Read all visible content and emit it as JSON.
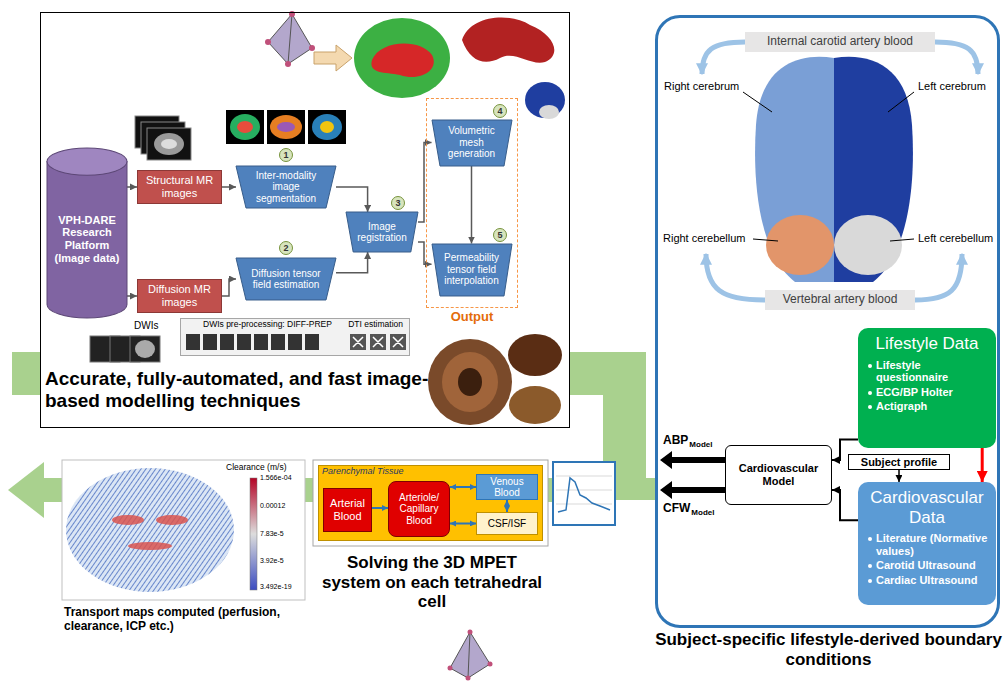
{
  "diagram": {
    "nodes": [
      {
        "text": [
          "Accurate, fully-automated, and fast image-based modelling techniques"
        ]
      },
      {
        "text": [
          "VPH-DARE Research Platform (Image data)"
        ],
        "in": 0
      },
      {
        "text": [
          "Structural MR images"
        ],
        "in": 0
      },
      {
        "text": [
          "Diffusion MR images"
        ],
        "in": 0
      },
      {
        "text": [
          "Inter-modality image segmentation"
        ],
        "in": 0
      },
      {
        "text": [
          "Diffusion tensor field estimation"
        ],
        "in": 0
      },
      {
        "text": [
          "Image registration"
        ],
        "in": 0
      },
      {
        "text": [
          "Output"
        ],
        "in": 0
      },
      {
        "text": [
          "Volumetric mesh generation"
        ],
        "in": 7
      },
      {
        "text": [
          "Permeability tensor field interpolation"
        ],
        "in": 7
      },
      {
        "text": [
          "DWIs pre-processing: DIFF-PREP",
          "DTI estimation"
        ],
        "in": 0
      },
      {
        "text": [
          "Subject-specific lifestyle-derived boundary conditions"
        ]
      },
      {
        "text": [
          "Internal carotid artery blood"
        ],
        "in": 11
      },
      {
        "text": [
          "Vertebral artery blood"
        ],
        "in": 11
      },
      {
        "text": [
          "Lifestyle Data",
          "Lifestyle questionnaire",
          "ECG/BP Holter",
          "Actigraph"
        ],
        "in": 11
      },
      {
        "text": [
          "Subject profile"
        ],
        "in": 11
      },
      {
        "text": [
          "Cardiovascular Data",
          "Literature (Normative values)",
          "Carotid Ultrasound",
          "Cardiac Ultrasound"
        ],
        "in": 11
      },
      {
        "text": [
          "Cardiovascular Model"
        ],
        "in": 11
      },
      {
        "text": [
          "Parenchymal Tissue"
        ]
      },
      {
        "text": [
          "Arterial Blood"
        ],
        "in": 18
      },
      {
        "text": [
          "Arteriole/ Capillary Blood"
        ],
        "in": 18
      },
      {
        "text": [
          "Venous Blood"
        ],
        "in": 18
      },
      {
        "text": [
          "CSF/ISF"
        ],
        "in": 18
      }
    ],
    "edges": [
      {
        "from": 1,
        "to": 2,
        "arrow": "to"
      },
      {
        "from": 1,
        "to": 3,
        "arrow": "to"
      },
      {
        "from": 2,
        "to": 4,
        "arrow": "to"
      },
      {
        "from": 3,
        "to": 5,
        "arrow": "to"
      },
      {
        "from": 4,
        "to": 6,
        "arrow": "to"
      },
      {
        "from": 5,
        "to": 6,
        "arrow": "to"
      },
      {
        "from": 6,
        "to": 8,
        "arrow": "to"
      },
      {
        "from": 6,
        "to": 9,
        "arrow": "to"
      },
      {
        "from": 8,
        "to": 9,
        "arrow": "to"
      },
      {
        "from": 14,
        "to": 17,
        "arrow": "to"
      },
      {
        "from": 14,
        "to": 16,
        "arrow": "to"
      },
      {
        "from": 15,
        "to": 16,
        "arrow": "to"
      },
      {
        "from": 16,
        "to": 17,
        "arrow": "to"
      },
      {
        "from": 19,
        "to": 20,
        "arrow": "to"
      },
      {
        "from": 20,
        "to": 21,
        "arrow": "both"
      },
      {
        "from": 20,
        "to": 22,
        "arrow": "both"
      },
      {
        "from": 21,
        "to": 22,
        "arrow": "both"
      }
    ],
    "labels": [
      "1",
      "2",
      "3",
      "4",
      "5",
      "DWIs",
      "Right cerebrum",
      "Left cerebrum",
      "Right cerebellum",
      "Left cerebellum",
      "ABP",
      "Model",
      "CFW",
      "Model",
      "Clearance (m/s)",
      "1.566e-04",
      "0.00012",
      "7.83e-5",
      "3.92e-5",
      "3.492e-19",
      "Transport maps computed (perfusion, clearance, ICP etc.)",
      "Solving the 3D MPET system on each tetrahedral cell"
    ]
  }
}
